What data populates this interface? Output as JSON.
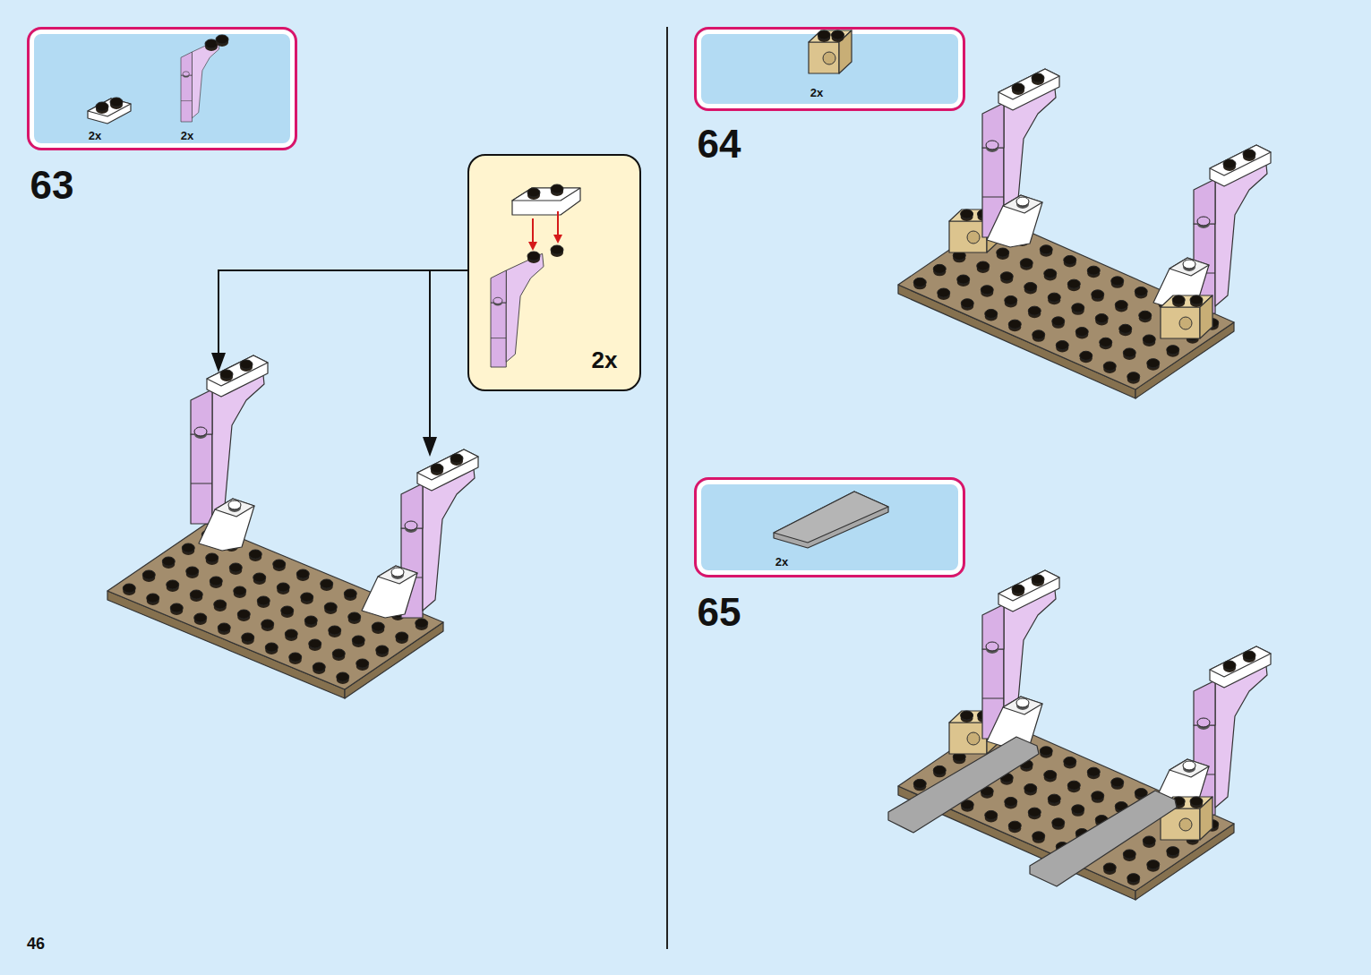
{
  "diagram": {
    "nodes": [
      {
        "text": [
          "2x",
          "2x"
        ]
      },
      {
        "text": [
          "2x"
        ]
      },
      {
        "text": [
          "2x"
        ]
      },
      {
        "text": [
          "2x"
        ]
      }
    ],
    "labels": [
      "63",
      "64",
      "65",
      "46"
    ]
  }
}
